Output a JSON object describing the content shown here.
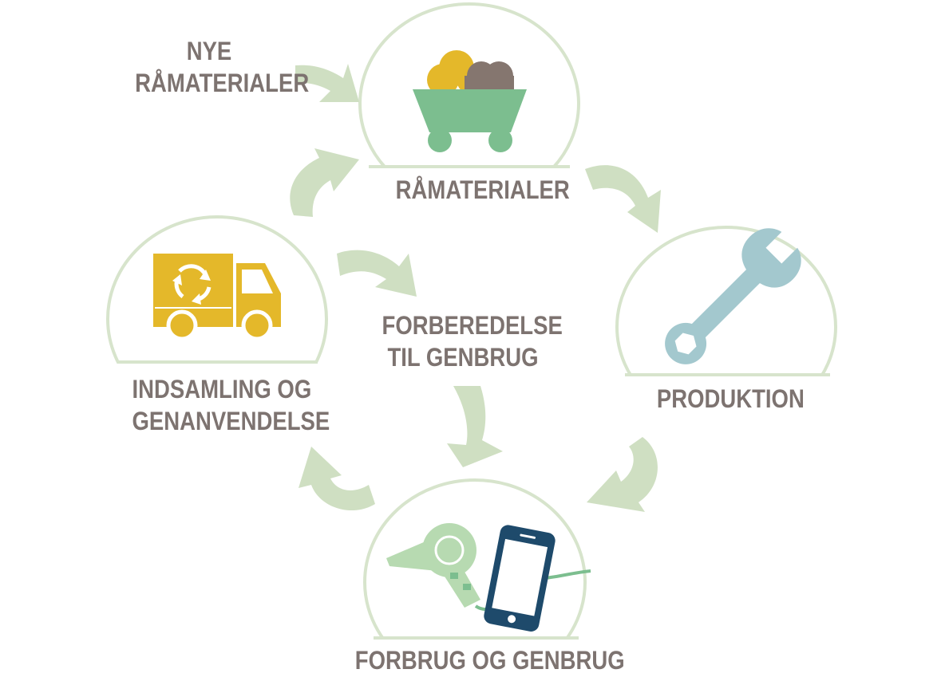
{
  "colors": {
    "arrow": "#cfdfc2",
    "dome_outline": "#d7e4cc",
    "label_text": "#7d7370",
    "cart_green": "#7cbe8f",
    "ore_yellow": "#e4b82a",
    "ore_gray": "#85766f",
    "wrench_blue": "#a3c8ce",
    "truck_yellow": "#e4b82a",
    "phone_navy": "#1e4a6b",
    "dryer_green": "#b7dab1"
  },
  "labels": {
    "new_raw_line1": "NYE",
    "new_raw_line2": "RÅMATERIALER",
    "raw_materials": "RÅMATERIALER",
    "production": "PRODUKTION",
    "consumption": "FORBRUG OG GENBRUG",
    "collection_line1": "INDSAMLING OG",
    "collection_line2": "GENANVENDELSE",
    "prep_line1": "FORBEREDELSE",
    "prep_line2": "TIL GENBRUG"
  },
  "icons": {
    "raw_materials": "mine-cart-icon",
    "production": "wrench-icon",
    "consumption_a": "hair-dryer-icon",
    "consumption_b": "smartphone-icon",
    "collection": "recycling-truck-icon"
  }
}
